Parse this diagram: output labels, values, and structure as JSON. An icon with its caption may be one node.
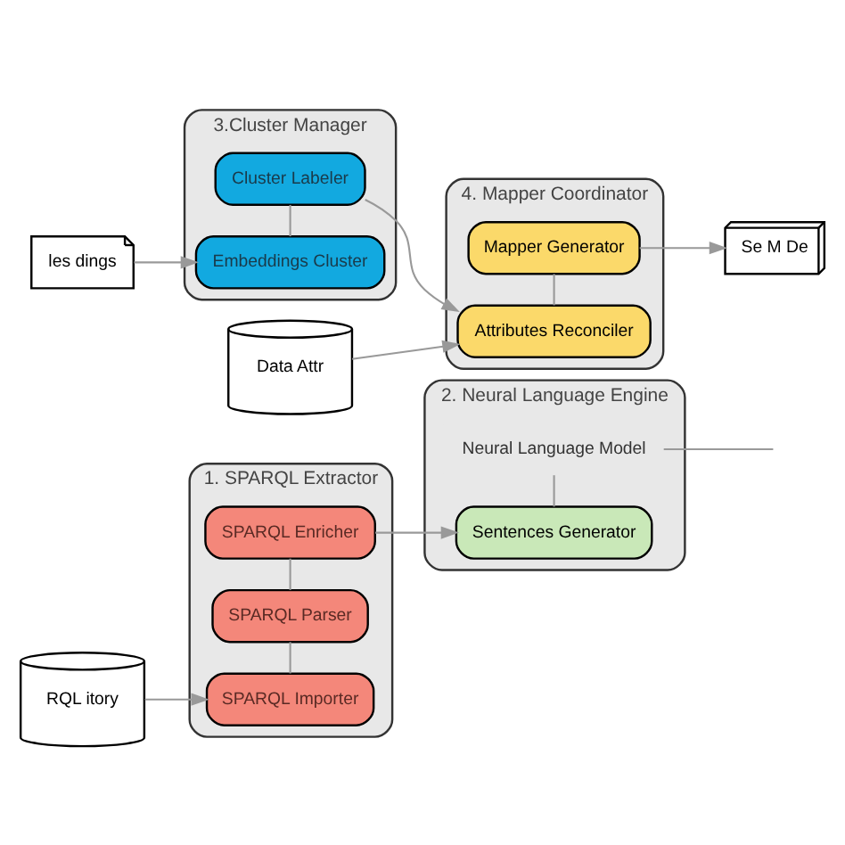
{
  "diagram": {
    "nodes": [
      {
        "text": [
          "RQL itory"
        ]
      },
      {
        "text": [
          "1. SPARQL Extractor"
        ]
      },
      {
        "text": [
          "SPARQL Importer"
        ],
        "in": 1
      },
      {
        "text": [
          "SPARQL Parser"
        ],
        "in": 1
      },
      {
        "text": [
          "SPARQL Enricher"
        ],
        "in": 1
      },
      {
        "text": [
          "2. Neural Language Engine"
        ]
      },
      {
        "text": [
          "Sentences Generator"
        ],
        "in": 5
      },
      {
        "text": [
          "Neural Language Model"
        ],
        "in": 5
      },
      {
        "text": [
          "les dings"
        ]
      },
      {
        "text": [
          "3.Cluster Manager"
        ]
      },
      {
        "text": [
          "Embeddings Cluster"
        ],
        "in": 9
      },
      {
        "text": [
          "Cluster Labeler"
        ],
        "in": 9
      },
      {
        "text": [
          "4. Mapper Coordinator"
        ]
      },
      {
        "text": [
          "Attributes Reconciler"
        ],
        "in": 12
      },
      {
        "text": [
          "Mapper Generator"
        ],
        "in": 12
      },
      {
        "text": [
          "Data Attr"
        ]
      },
      {
        "text": [
          "Se M De"
        ]
      }
    ],
    "edges": [
      {
        "from": 0,
        "to": 2,
        "arrow": "to"
      },
      {
        "from": 2,
        "to": 3,
        "arrow": "none"
      },
      {
        "from": 3,
        "to": 4,
        "arrow": "none"
      },
      {
        "from": 4,
        "to": 6,
        "arrow": "to"
      },
      {
        "from": 6,
        "to": 7,
        "arrow": "none"
      },
      {
        "from": 7,
        "to": null,
        "arrow": "none"
      },
      {
        "from": 8,
        "to": 10,
        "arrow": "to"
      },
      {
        "from": 10,
        "to": 11,
        "arrow": "none"
      },
      {
        "from": 11,
        "to": 13,
        "arrow": "to"
      },
      {
        "from": 15,
        "to": 13,
        "arrow": "to"
      },
      {
        "from": 13,
        "to": 14,
        "arrow": "none"
      },
      {
        "from": 14,
        "to": 16,
        "arrow": "to"
      }
    ]
  }
}
